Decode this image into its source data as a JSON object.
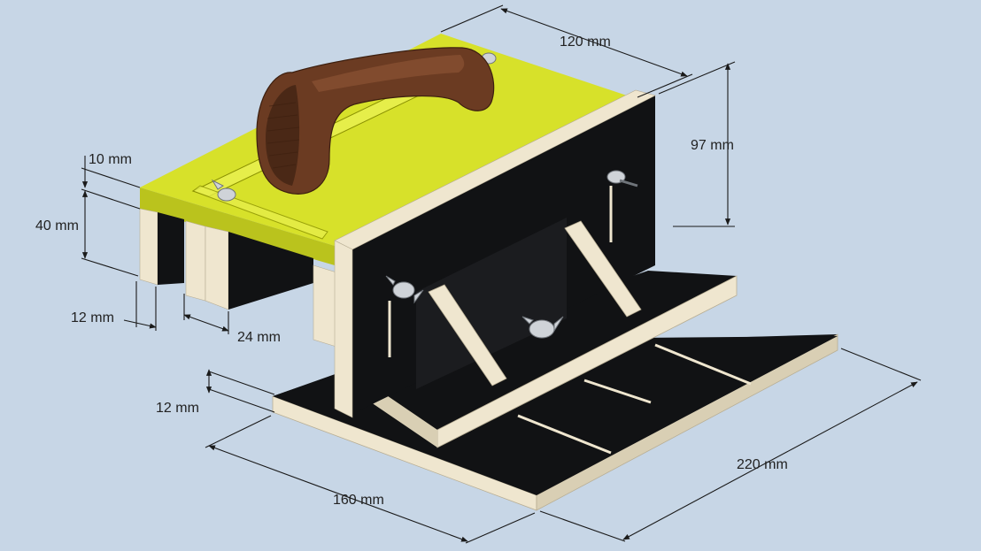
{
  "figure": {
    "dimensions": {
      "top_width": "120 mm",
      "fence_height": "97 mm",
      "top_thickness": "10 mm",
      "side_height": "40 mm",
      "leg_thickness": "12 mm",
      "leg_gap": "24 mm",
      "base_thickness": "12 mm",
      "base_width": "160 mm",
      "base_length": "220 mm"
    }
  },
  "colors": {
    "background": "#c7d6e6",
    "plywood": "#efe6cf",
    "plywood_edge": "#d9cfb4",
    "black_face": "#111214",
    "acrylic_yellow": "#d8e21a",
    "acrylic_edge": "#b9c212",
    "handle": "#6b3b22",
    "handle_dark": "#4a2816",
    "metal": "#cfd3d8"
  }
}
